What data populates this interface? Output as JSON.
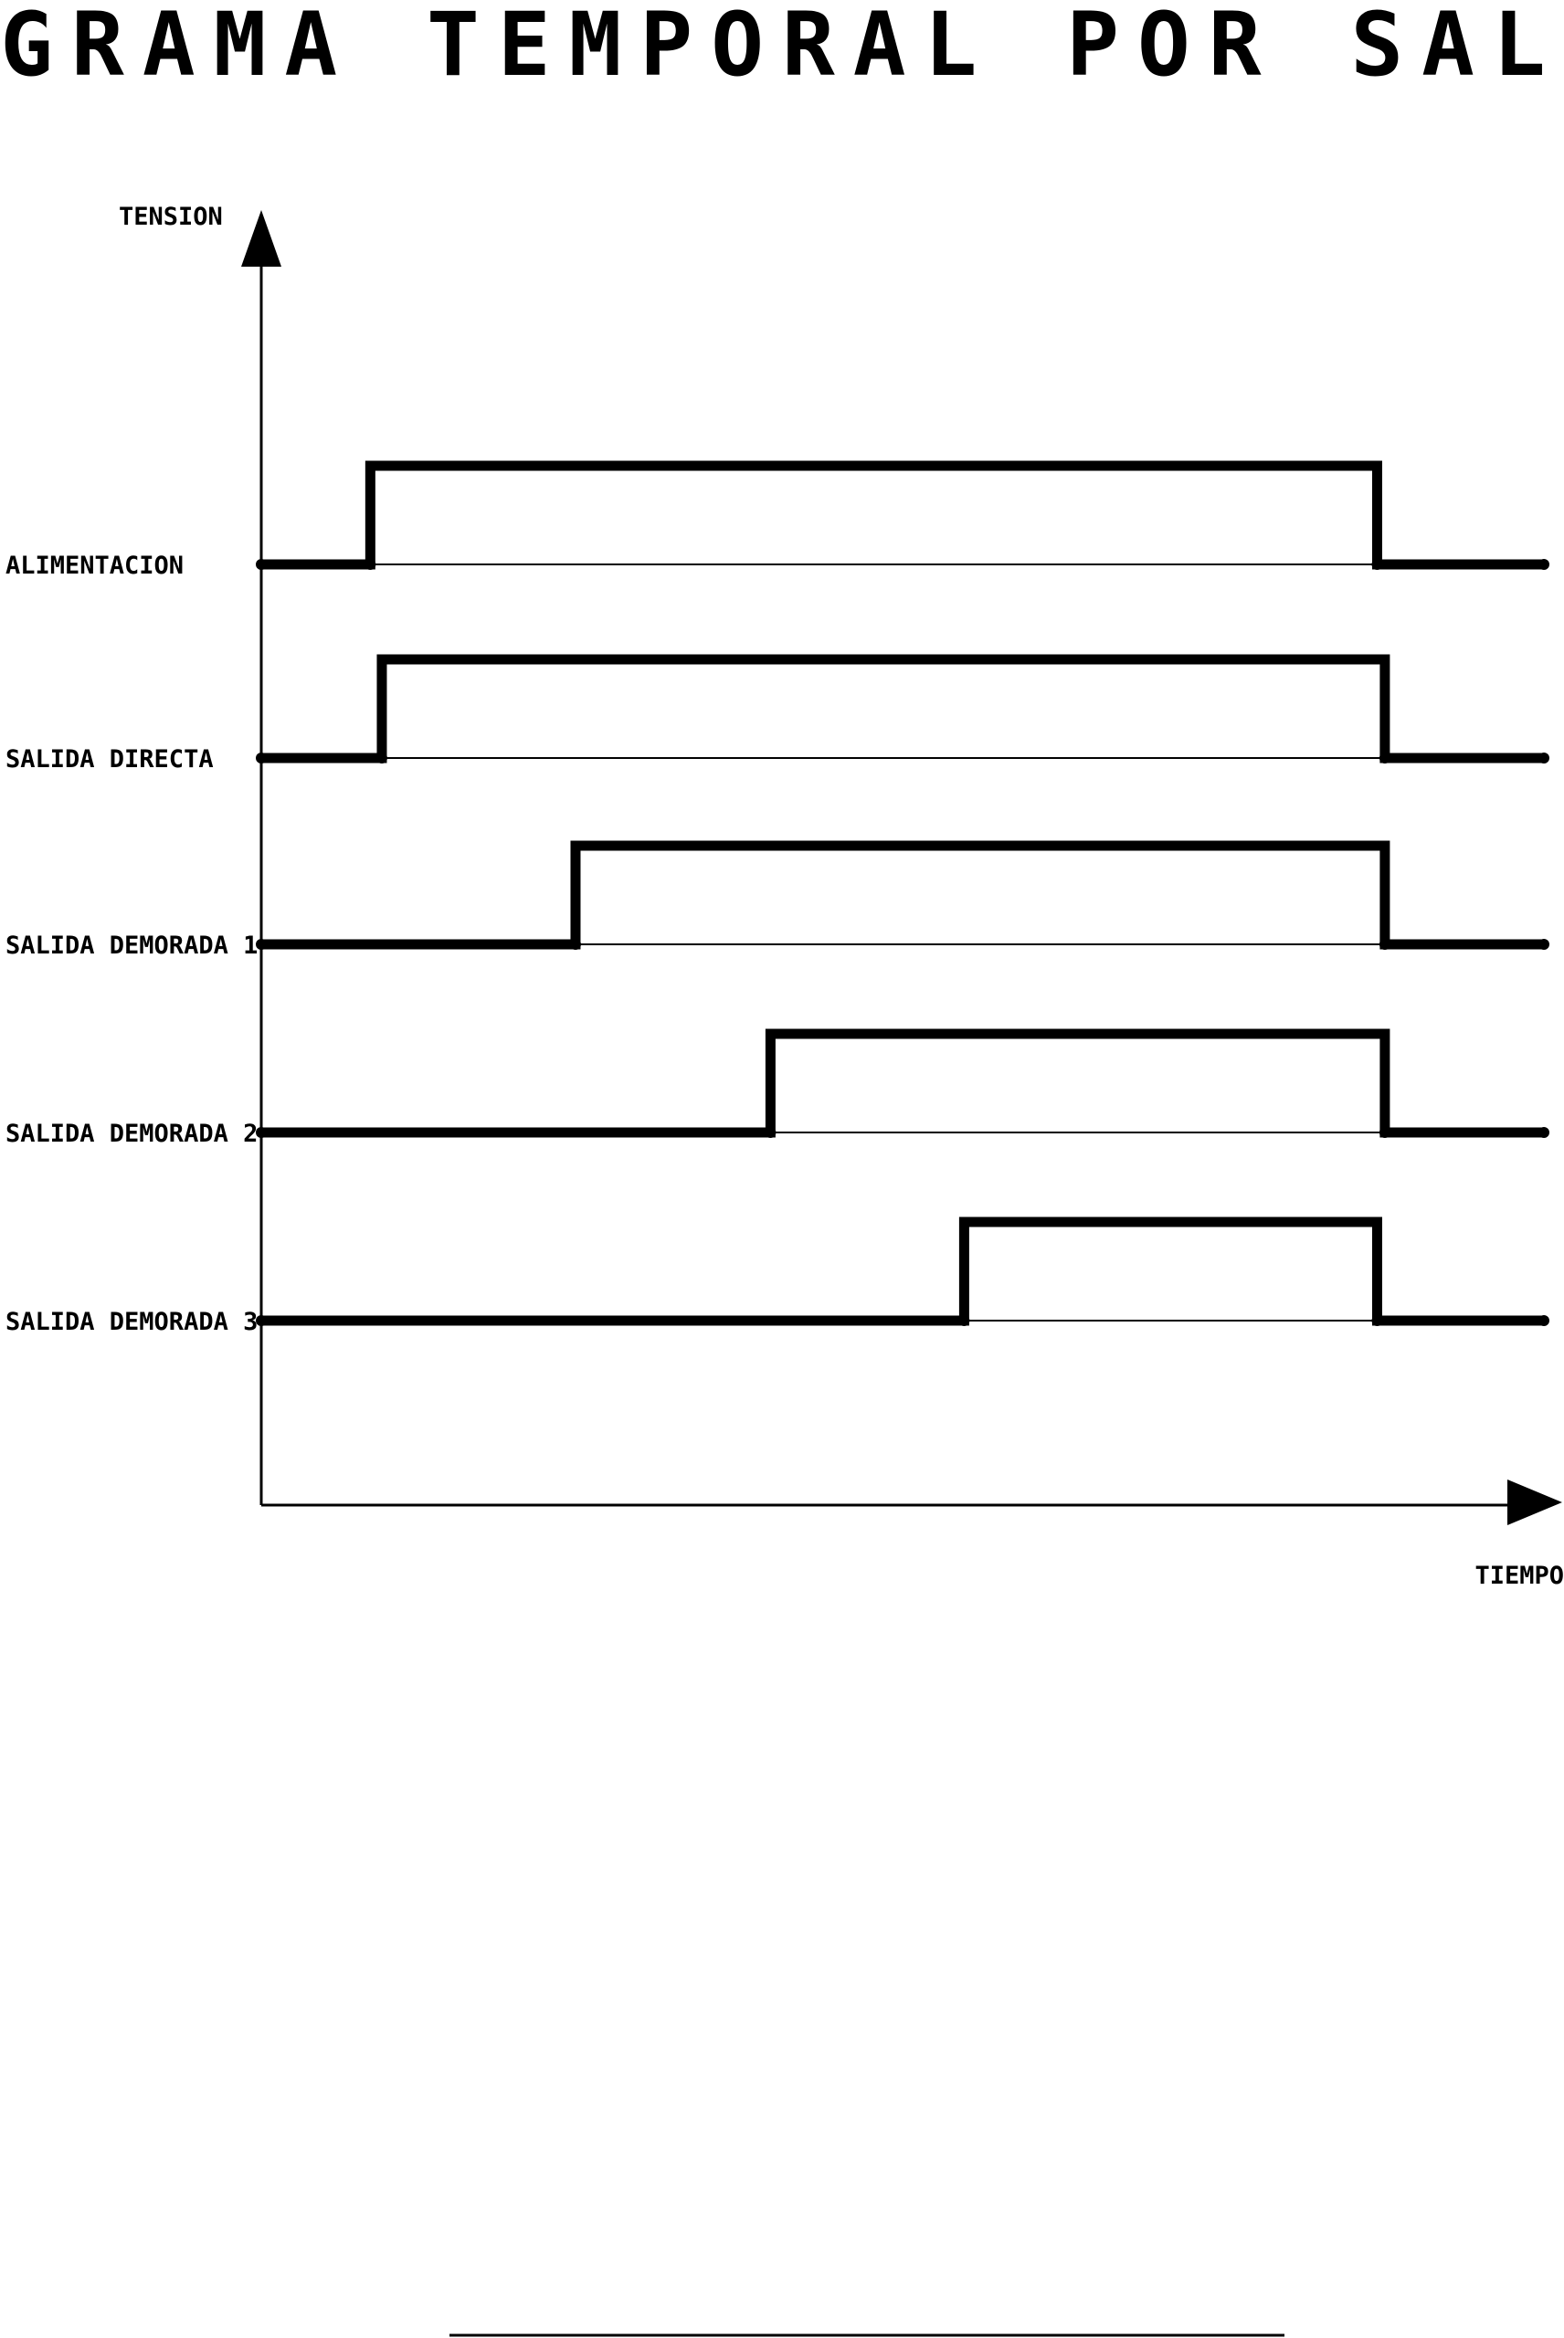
{
  "title": "DIAGRAMA TEMPORAL POR SALIDA",
  "axes": {
    "y_label": "TENSION",
    "x_label": "TIEMPO"
  },
  "signals": [
    {
      "label": "ALIMENTACION",
      "on": 0.085,
      "off": 0.87
    },
    {
      "label": "SALIDA DIRECTA",
      "on": 0.094,
      "off": 0.876
    },
    {
      "label": "SALIDA DEMORADA 1",
      "on": 0.245,
      "off": 0.876
    },
    {
      "label": "SALIDA DEMORADA 2",
      "on": 0.397,
      "off": 0.876
    },
    {
      "label": "SALIDA DEMORADA 3",
      "on": 0.548,
      "off": 0.87
    }
  ]
}
